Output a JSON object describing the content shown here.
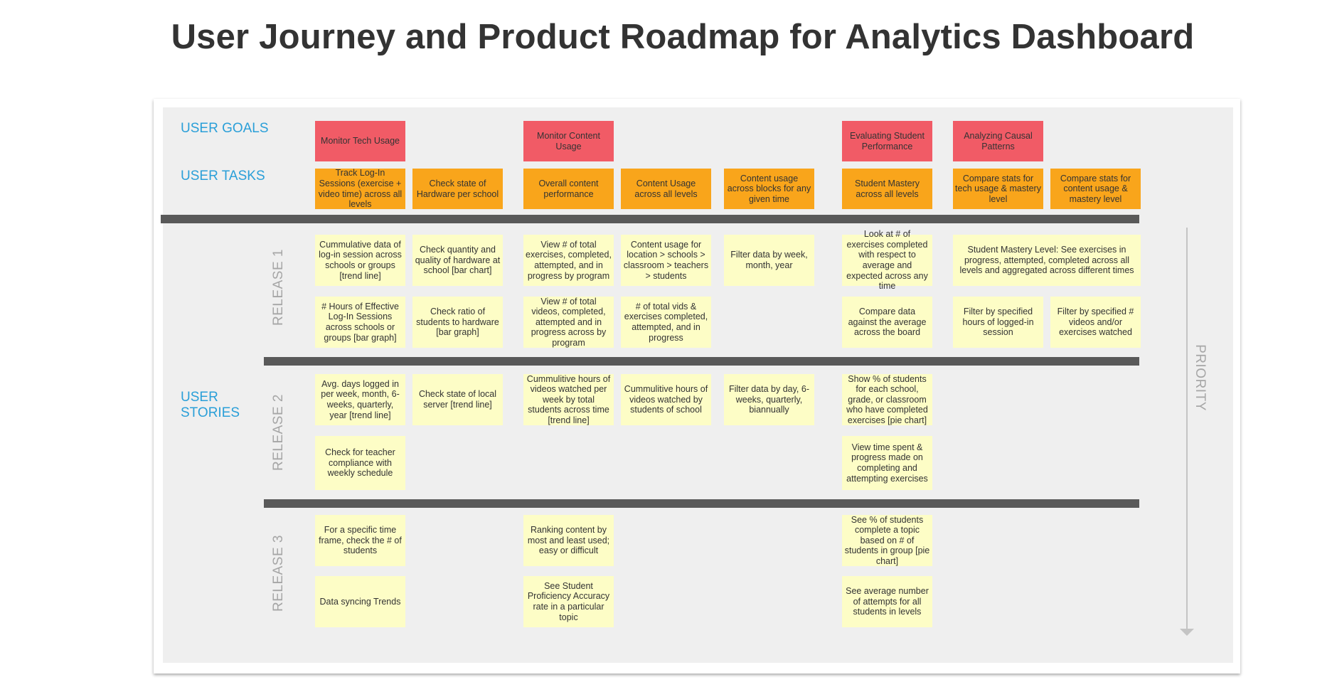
{
  "title": "User Journey and Product Roadmap for Analytics Dashboard",
  "labels": {
    "user_goals": "USER GOALS",
    "user_tasks": "USER TASKS",
    "user_stories_1": "USER",
    "user_stories_2": "STORIES",
    "release1": "RELEASE 1",
    "release2": "RELEASE 2",
    "release3": "RELEASE 3",
    "priority": "PRIORITY"
  },
  "goals": [
    "Monitor Tech Usage",
    "Monitor Content Usage",
    "Evaluating Student Performance",
    "Analyzing Causal Patterns"
  ],
  "tasks": [
    "Track Log-In Sessions (exercise + video time) across all levels",
    "Check state of Hardware per school",
    "Overall content performance",
    "Content Usage across all levels",
    "Content usage across blocks for any given time",
    "Student Mastery across all levels",
    "Compare stats for tech usage & mastery level",
    "Compare stats for content usage & mastery level"
  ],
  "release1": [
    "Cummulative data of log-in session across schools or groups [trend line]",
    "Check quantity and quality of hardware at school [bar chart]",
    "View # of total exercises, completed, attempted, and in progress by program",
    "Content usage for location > schools > classroom > teachers > students",
    "Filter data by week, month, year",
    "Look at # of exercises completed with respect to average and expected across any time",
    "Student Mastery Level: See exercises in progress, attempted, completed across all levels and aggregated across different times",
    "# Hours of Effective Log-In Sessions across schools or groups [bar graph]",
    "Check ratio of students to hardware [bar graph]",
    "View # of total videos, completed, attempted and in progress across by program",
    "# of total vids & exercises completed, attempted, and in progress",
    "Compare data against the average across the board",
    "Filter by specified hours of logged-in session",
    "Filter by specified # videos and/or exercises watched"
  ],
  "release2": [
    "Avg. days logged in per week, month, 6-weeks, quarterly, year [trend line]",
    "Check state of local server [trend line]",
    "Cummulitive hours of videos watched per week by total students across time [trend line]",
    "Cummulitive hours of videos watched by students of school",
    "Filter data by day, 6-weeks, quarterly, biannually",
    "Show % of students for each school, grade, or classroom who have completed exercises [pie chart]",
    "Check for teacher compliance with weekly schedule",
    "View time spent & progress made on completing and attempting exercises"
  ],
  "release3": [
    "For a specific time frame, check the # of students",
    "Ranking content by most and least used; easy or difficult",
    "See % of students complete a topic based on # of students in group [pie chart]",
    "Data syncing Trends",
    "See Student Proficiency Accuracy rate in a particular topic",
    "See average number of attempts for all students in levels"
  ],
  "colors": {
    "goal": "#f15b66",
    "task": "#f9a51b",
    "story": "#fdfdc6",
    "section_label": "#2a9fd8",
    "release_label": "#a6a6a6",
    "divider": "#595959"
  }
}
